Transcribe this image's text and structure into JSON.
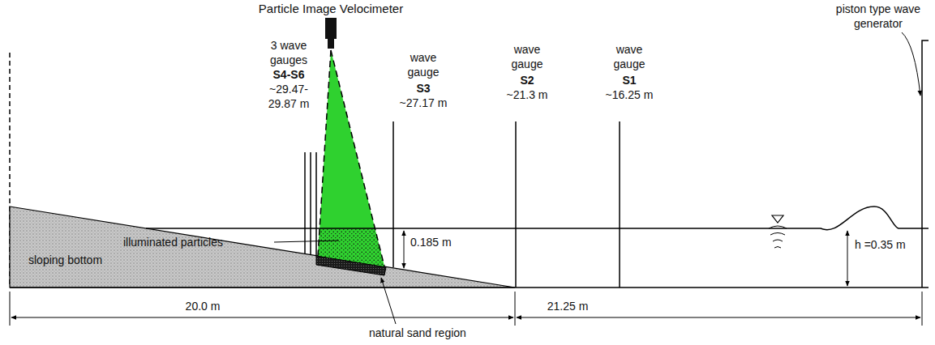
{
  "diagram": {
    "labels": [
      "Particle Image Velocimeter",
      "piston type wave generator",
      "3 wave gauges",
      "S4-S6",
      "~29.47-",
      "29.87 m",
      "wave gauge",
      "S3",
      "~27.17 m",
      "wave gauge",
      "S2",
      "~21.3 m",
      "wave gauge",
      "S1",
      "~16.25 m",
      "illuminated particles",
      "0.185 m",
      "sloping bottom",
      "h =0.35 m",
      "20.0 m",
      "21.25 m",
      "natural sand region"
    ]
  }
}
